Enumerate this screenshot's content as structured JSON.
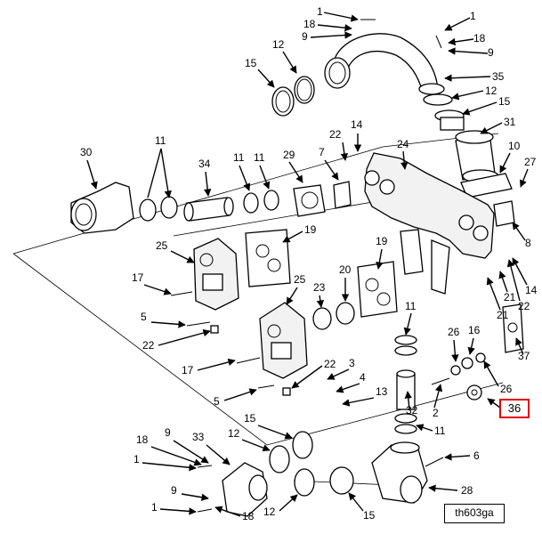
{
  "diagram": {
    "drawing_id": "th603ga",
    "highlighted_callout": "36",
    "callouts": {
      "c1a": "1",
      "c18a": "18",
      "c9a": "9",
      "c1b": "1",
      "c18b": "18",
      "c9b": "9",
      "c12a": "12",
      "c15a": "15",
      "c35": "35",
      "c12b": "12",
      "c15b": "15",
      "c31": "31",
      "c10": "10",
      "c27": "27",
      "c14a": "14",
      "c22a": "22",
      "c24": "24",
      "c7": "7",
      "c29": "29",
      "c11a": "11",
      "c11b": "11",
      "c34": "34",
      "c30": "30",
      "c11c": "11",
      "c19a": "19",
      "c19b": "19",
      "c25a": "25",
      "c17a": "17",
      "c5a": "5",
      "c22b": "22",
      "c20": "20",
      "c23": "23",
      "c25b": "25",
      "c17b": "17",
      "c22c": "22",
      "c3": "3",
      "c4": "4",
      "c5b": "5",
      "c13": "13",
      "c11d": "11",
      "c32": "32",
      "c2": "2",
      "c26a": "26",
      "c16": "16",
      "c26b": "26",
      "c37": "37",
      "c21a": "21",
      "c21b": "21",
      "c22d": "22",
      "c14b": "14",
      "c8": "8",
      "c11e": "11",
      "c15c": "15",
      "c12c": "12",
      "c33": "33",
      "c9c": "9",
      "c18c": "18",
      "c1c": "1",
      "c9d": "9",
      "c1d": "1",
      "c18d": "18",
      "c6": "6",
      "c28": "28",
      "c12d": "12",
      "c15d": "15"
    }
  }
}
